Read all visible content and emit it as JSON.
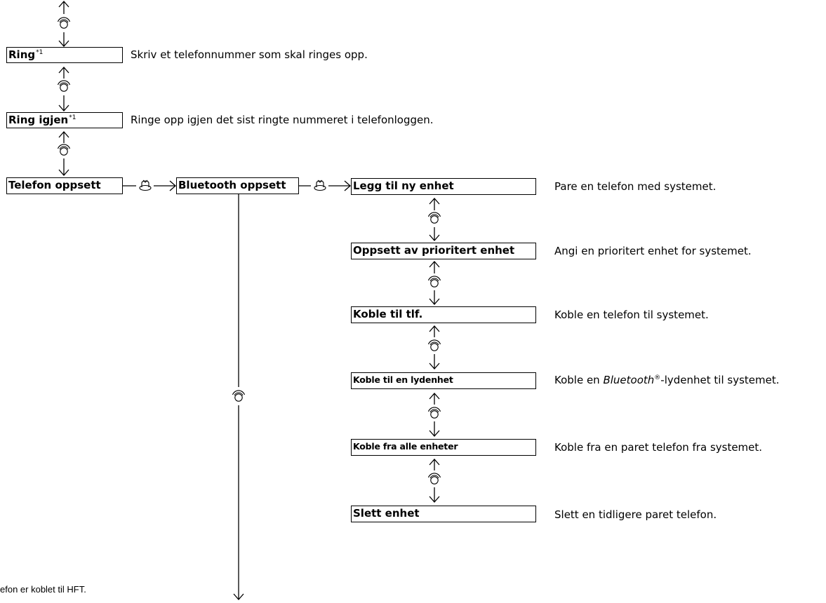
{
  "menu": {
    "ring": {
      "label": "Ring",
      "note": "*1",
      "description": "Skriv et telefonnummer som skal ringes opp."
    },
    "ring_igjen": {
      "label": "Ring igjen",
      "note": "*1",
      "description": "Ringe opp igjen det sist ringte nummeret i telefonloggen."
    },
    "telefon_oppsett": {
      "label": "Telefon oppsett"
    },
    "bluetooth_oppsett": {
      "label": "Bluetooth oppsett"
    }
  },
  "bluetooth_items": [
    {
      "label": "Legg til ny enhet",
      "description": "Pare en telefon med systemet."
    },
    {
      "label": "Oppsett av prioritert enhet",
      "description": "Angi en prioritert enhet for systemet."
    },
    {
      "label": "Koble til tlf.",
      "description": "Koble en telefon til systemet."
    },
    {
      "label": "Koble til en lydenhet",
      "description_pre": "Koble en ",
      "description_italic": "Bluetooth",
      "description_reg": "®",
      "description_post": "-lydenhet til systemet."
    },
    {
      "label": "Koble fra alle enheter",
      "description": "Koble fra en paret telefon fra systemet."
    },
    {
      "label": "Slett enhet",
      "description": "Slett en tidligere paret telefon."
    }
  ],
  "footnote": "efon er koblet til HFT.",
  "icons": {
    "rotate": "interface-dial-rotate-icon",
    "press": "interface-dial-press-icon"
  }
}
